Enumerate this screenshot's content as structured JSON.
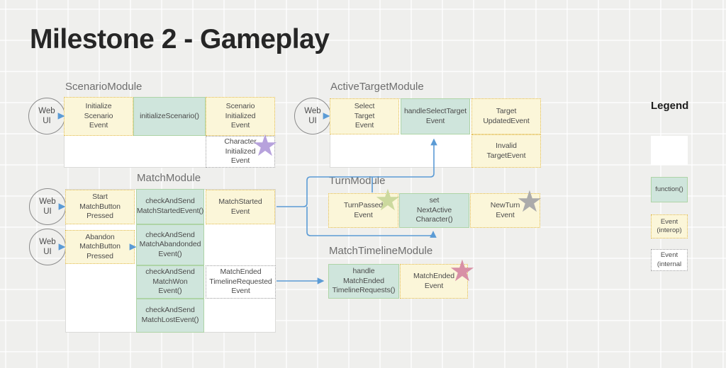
{
  "title": "Milestone 2 - Gameplay",
  "actors": [
    {
      "label": "Web UI"
    },
    {
      "label": "Web UI"
    },
    {
      "label": "Web UI"
    },
    {
      "label": "Web UI"
    }
  ],
  "modules": [
    {
      "name": "ScenarioModule",
      "cells": [
        {
          "label": "Initialize\nScenario\nEvent",
          "type": "event-interop"
        },
        {
          "label": "initializeScenario()",
          "type": "function"
        },
        {
          "label": "Scenario\nInitialized\nEvent",
          "type": "event-interop"
        },
        {
          "label": "Character\nInitialized\nEvent",
          "type": "event-internal"
        }
      ]
    },
    {
      "name": "ActiveTargetModule",
      "cells": [
        {
          "label": "Select\nTarget\nEvent",
          "type": "event-interop"
        },
        {
          "label": "handleSelectTarget\nEvent",
          "type": "function"
        },
        {
          "label": "Target\nUpdatedEvent",
          "type": "event-interop"
        },
        {
          "label": "Invalid\nTargetEvent",
          "type": "event-interop"
        }
      ]
    },
    {
      "name": "MatchModule",
      "cells": [
        {
          "label": "Start\nMatchButton\nPressed",
          "type": "event-interop"
        },
        {
          "label": "checkAndSend\nMatchStartedEvent()",
          "type": "function"
        },
        {
          "label": "MatchStarted\nEvent",
          "type": "event-interop"
        },
        {
          "label": "Abandon\nMatchButton\nPressed",
          "type": "event-interop"
        },
        {
          "label": "checkAndSend\nMatchAbandonded\nEvent()",
          "type": "function"
        },
        {
          "label": "checkAndSend\nMatchWon\nEvent()",
          "type": "function"
        },
        {
          "label": "MatchEnded\nTimelineRequested\nEvent",
          "type": "event-internal"
        },
        {
          "label": "checkAndSend\nMatchLostEvent()",
          "type": "function"
        }
      ]
    },
    {
      "name": "TurnModule",
      "cells": [
        {
          "label": "TurnPassed\nEvent",
          "type": "event-interop"
        },
        {
          "label": "set\nNextActive\nCharacter()",
          "type": "function"
        },
        {
          "label": "NewTurn\nEvent",
          "type": "event-interop"
        }
      ]
    },
    {
      "name": "MatchTimelineModule",
      "cells": [
        {
          "label": "handle\nMatchEnded\nTimelineRequests()",
          "type": "function"
        },
        {
          "label": "MatchEnded\nEvent",
          "type": "event-interop"
        }
      ]
    }
  ],
  "stars": [
    {
      "name": "character-initialized-star",
      "glyph": "★",
      "color": "#b7a2dc"
    },
    {
      "name": "turnpassed-star",
      "glyph": "★",
      "color": "#ccd99e"
    },
    {
      "name": "newturn-star",
      "glyph": "★",
      "color": "#ababab"
    },
    {
      "name": "matchended-star",
      "glyph": "★",
      "color": "#d890a6"
    }
  ],
  "legend": {
    "title": "Legend",
    "items": [
      {
        "label": "",
        "type": "plain"
      },
      {
        "label": "function()",
        "type": "function"
      },
      {
        "label": "Event\n(interop)",
        "type": "event-interop"
      },
      {
        "label": "Event\n(internal",
        "type": "event-internal"
      }
    ]
  },
  "colors": {
    "background": "#efefed",
    "function_fill": "#cfe5dc",
    "function_border": "#aed4a6",
    "event_interop_fill": "#fbf6d9",
    "event_interop_border": "#e2bb4e",
    "event_internal_border": "#9a9a9a",
    "connector": "#5b9bd5",
    "star_purple": "#b7a2dc",
    "star_green": "#ccd99e",
    "star_gray": "#ababab",
    "star_pink": "#d890a6"
  }
}
